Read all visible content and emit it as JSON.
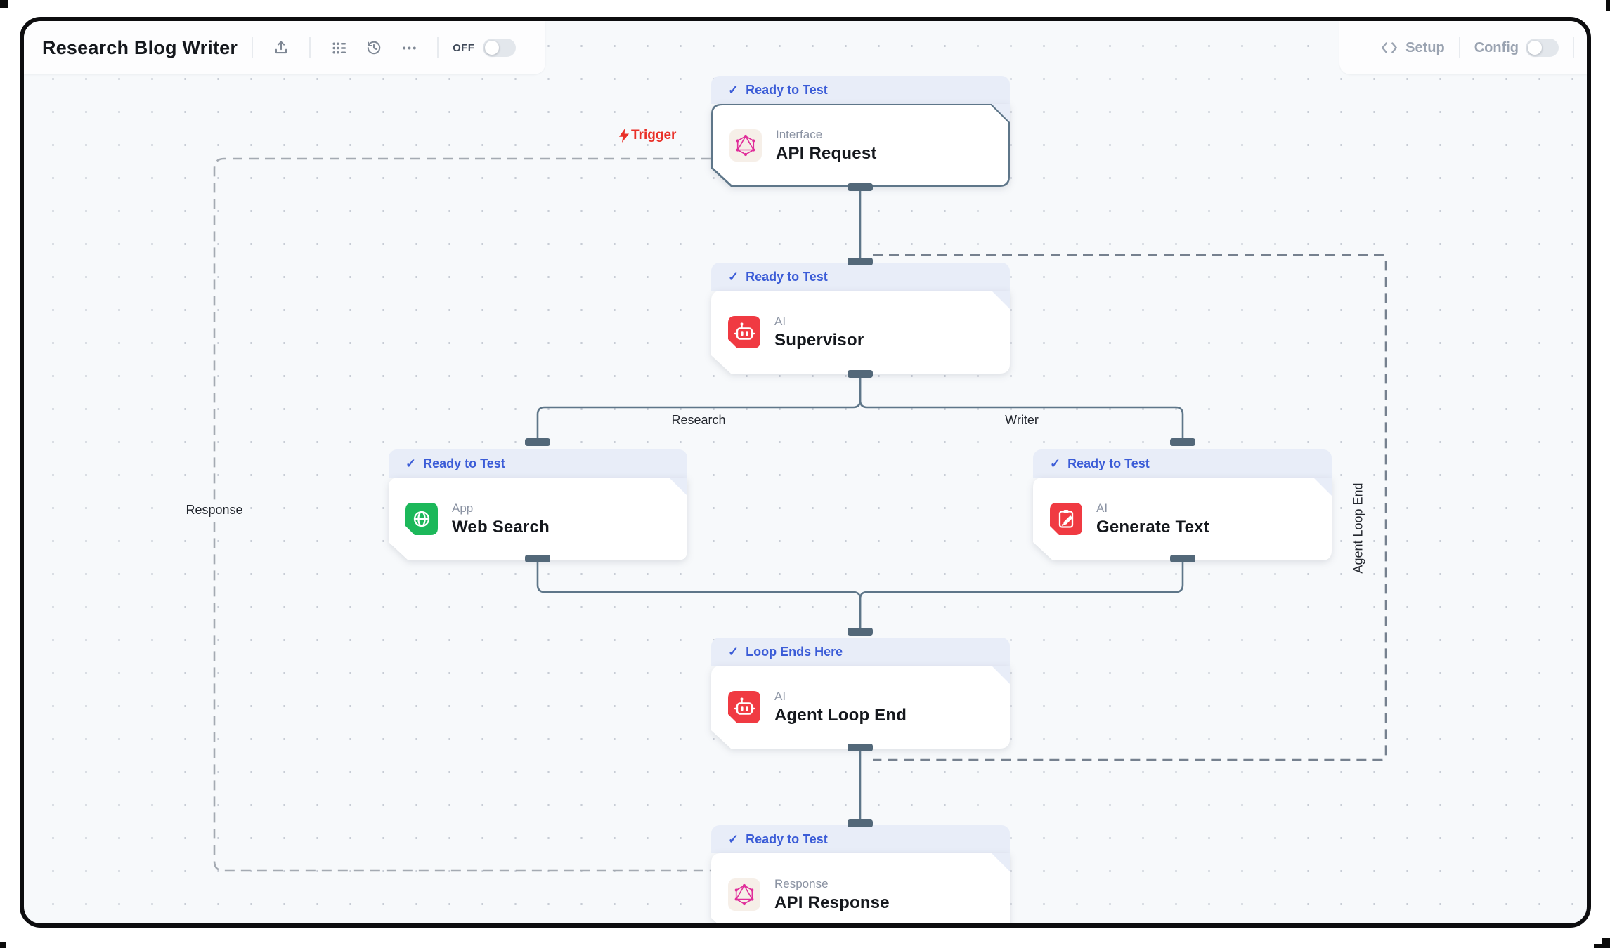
{
  "toolbar": {
    "title": "Research Blog Writer",
    "off_label": "OFF",
    "setup_label": "Setup",
    "config_label": "Config"
  },
  "canvas": {
    "badge_check": "✓",
    "edge_labels": {
      "trigger": "Trigger",
      "research": "Research",
      "writer": "Writer",
      "response": "Response",
      "agent_loop_end": "Agent Loop End"
    },
    "nodes": [
      {
        "id": "api-request",
        "badge": "Ready to Test",
        "type": "Interface",
        "title": "API Request",
        "icon": "hexagram-icon"
      },
      {
        "id": "supervisor",
        "badge": "Ready to Test",
        "type": "AI",
        "title": "Supervisor",
        "icon": "robot-icon"
      },
      {
        "id": "web-search",
        "badge": "Ready to Test",
        "type": "App",
        "title": "Web Search",
        "icon": "globe-icon"
      },
      {
        "id": "generate-text",
        "badge": "Ready to Test",
        "type": "AI",
        "title": "Generate Text",
        "icon": "clipboard-pen-icon"
      },
      {
        "id": "agent-loop-end",
        "badge": "Loop Ends Here",
        "type": "AI",
        "title": "Agent Loop End",
        "icon": "robot-icon"
      },
      {
        "id": "api-response",
        "badge": "Ready to Test",
        "type": "Response",
        "title": "API Response",
        "icon": "hexagram-icon"
      }
    ],
    "colors": {
      "status_badge_blue": "#3b5cd7",
      "connector_slate": "#5e7689",
      "ai_red": "#f03a42",
      "app_green": "#1cb85a",
      "interface_pink": "#e02e9a",
      "trigger_red": "#e93028"
    }
  }
}
